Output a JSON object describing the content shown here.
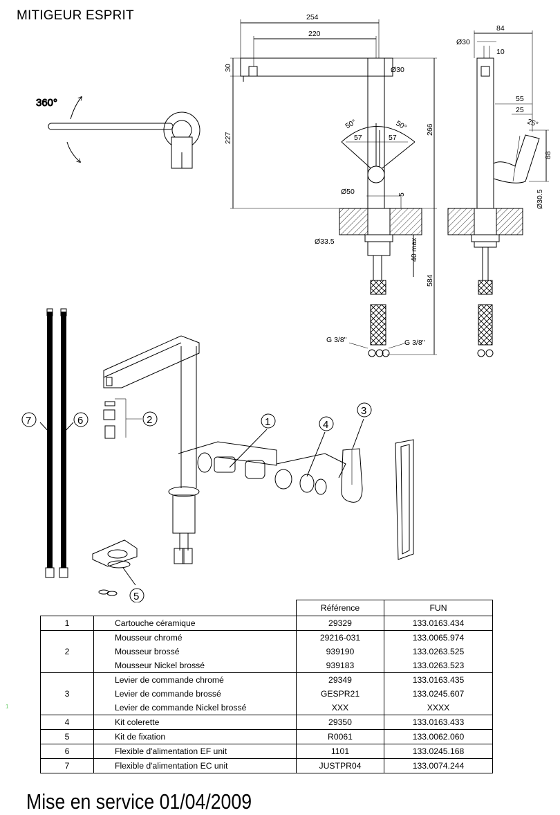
{
  "title": "MITIGEUR ESPRIT",
  "dimensions": {
    "w254": "254",
    "w220": "220",
    "w84": "84",
    "d30_top": "Ø30",
    "d30_side": "Ø30",
    "h30": "30",
    "h227": "227",
    "h266": "266",
    "w57a": "57",
    "w57b": "57",
    "a50a": "50°",
    "a50b": "50°",
    "d50": "Ø50",
    "h5": "5",
    "d33_5": "Ø33.5",
    "max40": "40 max",
    "h584": "584",
    "g38a": "G 3/8\"",
    "g38b": "G 3/8\"",
    "w10": "10",
    "w55": "55",
    "w25": "25",
    "a25": "25°",
    "h88": "88",
    "d30_5": "Ø30.5",
    "rot360": "360°"
  },
  "callouts": [
    "1",
    "2",
    "3",
    "4",
    "5",
    "6",
    "7"
  ],
  "table": {
    "headers": {
      "ref": "Référence",
      "fun": "FUN"
    },
    "rows": [
      {
        "num": "1",
        "desc": [
          "Cartouche céramique"
        ],
        "ref": [
          "29329"
        ],
        "fun": [
          "133.0163.434"
        ]
      },
      {
        "num": "2",
        "desc": [
          "Mousseur chromé",
          "Mousseur brossé",
          "Mousseur Nickel brossé"
        ],
        "ref": [
          "29216-031",
          "939190",
          "939183"
        ],
        "fun": [
          "133.0065.974",
          "133.0263.525",
          "133.0263.523"
        ]
      },
      {
        "num": "3",
        "desc": [
          "Levier de commande chromé",
          "Levier de commande brossé",
          "Levier de commande Nickel brossé"
        ],
        "ref": [
          "29349",
          "GESPR21",
          "XXX"
        ],
        "fun": [
          "133.0163.435",
          "133.0245.607",
          "XXXX"
        ]
      },
      {
        "num": "4",
        "desc": [
          "Kit colerette"
        ],
        "ref": [
          "29350"
        ],
        "fun": [
          "133.0163.433"
        ]
      },
      {
        "num": "5",
        "desc": [
          "Kit de fixation"
        ],
        "ref": [
          "R0061"
        ],
        "fun": [
          "133.0062.060"
        ]
      },
      {
        "num": "6",
        "desc": [
          "Flexible d'alimentation EF unit"
        ],
        "ref": [
          "1101"
        ],
        "fun": [
          "133.0245.168"
        ]
      },
      {
        "num": "7",
        "desc": [
          "Flexible d'alimentation EC unit"
        ],
        "ref": [
          "JUSTPR04"
        ],
        "fun": [
          "133.0074.244"
        ]
      }
    ]
  },
  "footer": "Mise en service 01/04/2009",
  "page_mark": "1"
}
